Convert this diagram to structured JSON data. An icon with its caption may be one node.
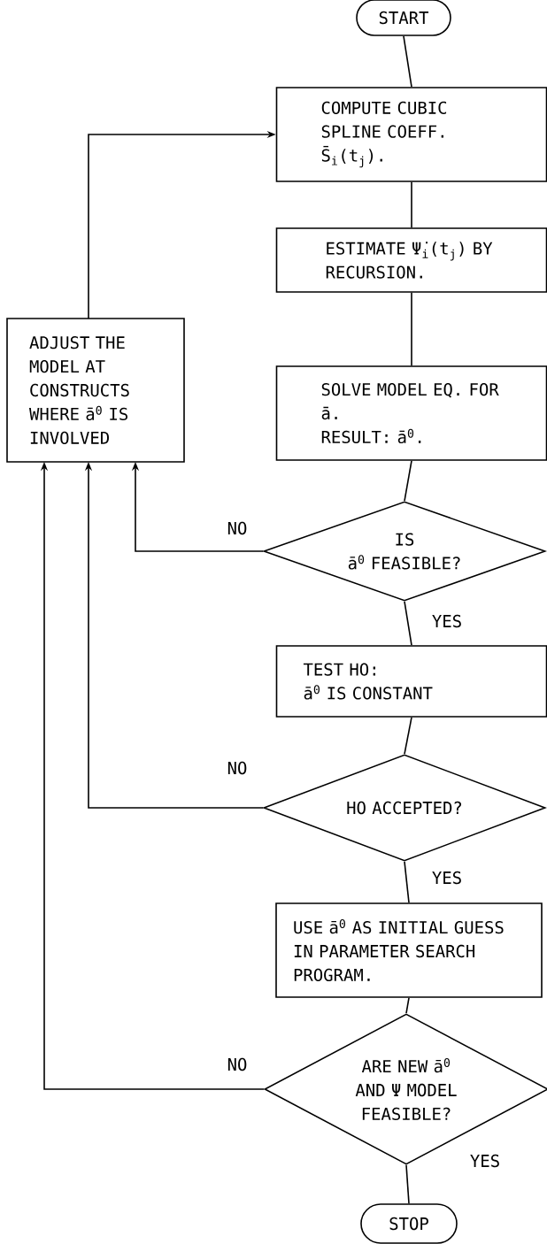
{
  "diagram": {
    "nodes": [
      {
        "text": [
          "START"
        ]
      },
      {
        "text": [
          "COMPUTE CUBIC SPLINE COEFF. S̄$_{i}$(t$_{j}$)."
        ]
      },
      {
        "text": [
          "ESTIMATE Ψ̇$_{i}$(t$_{j}$) BY RECURSION."
        ]
      },
      {
        "text": [
          "SOLVE MODEL EQ. FOR ā.",
          "RESULT: ā$^{0}$."
        ]
      },
      {
        "text": [
          "IS",
          "ā$^{0}$ FEASIBLE?"
        ]
      },
      {
        "text": [
          "TEST HO:",
          "ā$^{0}$ IS CONSTANT"
        ]
      },
      {
        "text": [
          "HO ACCEPTED?"
        ]
      },
      {
        "text": [
          "USE ā$^{0}$ AS INITIAL GUESS IN PARAMETER SEARCH PROGRAM."
        ]
      },
      {
        "text": [
          "ARE NEW ā$^{0}$ AND Ψ MODEL FEASIBLE?"
        ]
      },
      {
        "text": [
          "STOP"
        ]
      },
      {
        "text": [
          "ADJUST THE MODEL AT CONSTRUCTS WHERE ā$^{0}$ IS INVOLVED"
        ]
      }
    ],
    "edges": [
      {
        "from": 0,
        "to": 1,
        "arrow": "none"
      },
      {
        "from": 1,
        "to": 2,
        "arrow": "none"
      },
      {
        "from": 2,
        "to": 3,
        "arrow": "none"
      },
      {
        "from": 3,
        "to": 4,
        "arrow": "none"
      },
      {
        "from": 4,
        "to": 5,
        "arrow": "none",
        "label": "YES"
      },
      {
        "from": 5,
        "to": 6,
        "arrow": "none"
      },
      {
        "from": 6,
        "to": 7,
        "arrow": "none",
        "label": "YES"
      },
      {
        "from": 7,
        "to": 8,
        "arrow": "none"
      },
      {
        "from": 8,
        "to": 9,
        "arrow": "none",
        "label": "YES"
      },
      {
        "from": 4,
        "to": 10,
        "arrow": "to",
        "label": "NO"
      },
      {
        "from": 6,
        "to": 10,
        "arrow": "to",
        "label": "NO"
      },
      {
        "from": 8,
        "to": 10,
        "arrow": "to",
        "label": "NO"
      },
      {
        "from": 10,
        "to": 1,
        "arrow": "to"
      }
    ]
  }
}
